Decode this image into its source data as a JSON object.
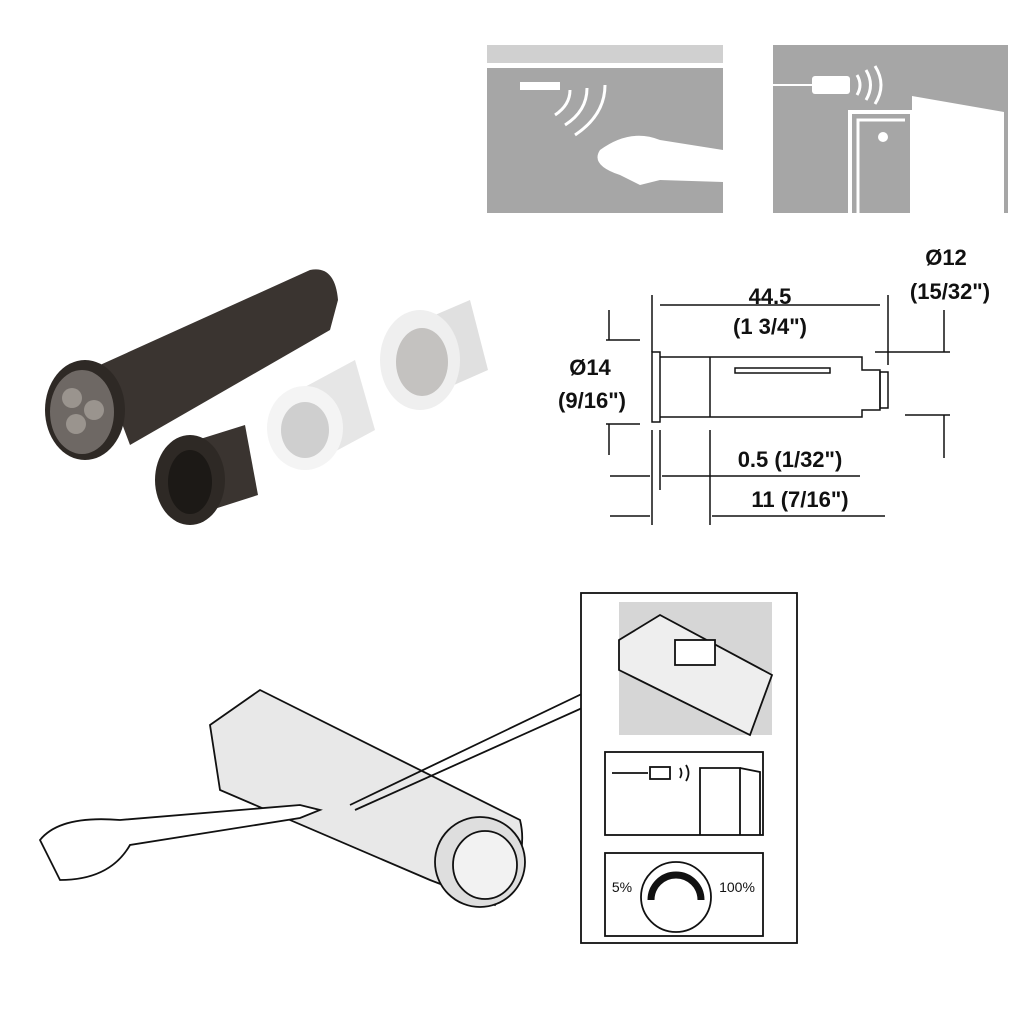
{
  "dimensions": {
    "length_mm": "44.5",
    "length_in": "(1 3/4\")",
    "tip_diameter_mm": "Ø12",
    "tip_diameter_in": "(15/32\")",
    "flange_diameter_mm": "Ø14",
    "flange_diameter_in": "(9/16\")",
    "flange_thickness": "0.5 (1/32\")",
    "recess_depth": "11 (7/16\")"
  },
  "dimmer": {
    "min_label": "5%",
    "max_label": "100%"
  },
  "colors": {
    "panel_gray": "#a6a6a6",
    "panel_light": "#d4d4d4",
    "sensor_dark": "#3a3430",
    "sleeve_white": "#efefef"
  }
}
